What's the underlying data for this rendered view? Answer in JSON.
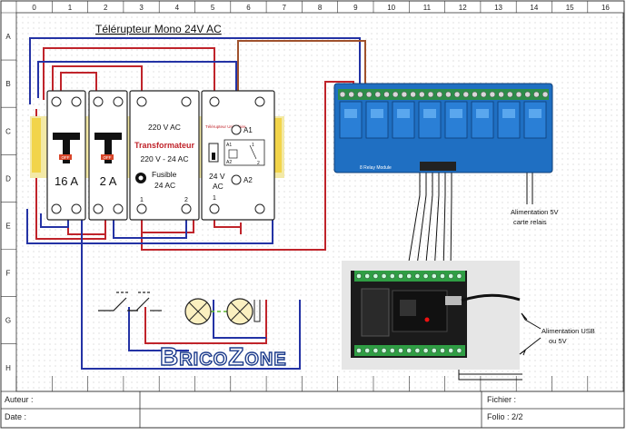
{
  "title": "Télérupteur Mono 24V AC",
  "column_numbers": [
    "0",
    "1",
    "2",
    "3",
    "4",
    "5",
    "6",
    "7",
    "8",
    "9",
    "10",
    "11",
    "12",
    "13",
    "14",
    "15",
    "16"
  ],
  "row_letters": [
    "A",
    "B",
    "C",
    "D",
    "E",
    "F",
    "G",
    "H"
  ],
  "breakers": [
    {
      "rating": "16 A",
      "tag": "OFF"
    },
    {
      "rating": "2 A",
      "tag": "OFF"
    }
  ],
  "transformer": {
    "input": "220 V  AC",
    "name": "Transformateur",
    "ratio": "220 V - 24 AC",
    "fuse": "Fusible",
    "fuse_rating": "24 AC",
    "term1": "1",
    "term2": "2"
  },
  "relay_switch": {
    "label": "Télérupteur Unipolaire",
    "a1": "A1",
    "a2": "A2",
    "voltage": "24 V",
    "voltage2": "AC",
    "coil_a1": "A1",
    "coil_a2": "A2",
    "t1": "1",
    "t2": "2"
  },
  "relay_module": {
    "label": "8  Relay Module"
  },
  "annotations": {
    "power_5v": "Alimentation 5V",
    "relay_card": "carte relais",
    "power_usb": "Alimentation USB",
    "usb_voltage": "ou 5V"
  },
  "logo": {
    "text": "BricoZone"
  },
  "footer": {
    "author": "Auteur :",
    "date": "Date :",
    "file": "Fichier :",
    "folio": "Folio : 2/2"
  },
  "colors": {
    "wire_red": "#c0242b",
    "wire_blue": "#2433a5",
    "wire_brown": "#a0522d",
    "wire_black": "#111111",
    "relay_board": "#1f6fc2",
    "esp_board": "#1b1b1b",
    "terminal_green": "#2f9e44",
    "lamp": "#fbf0c0"
  }
}
